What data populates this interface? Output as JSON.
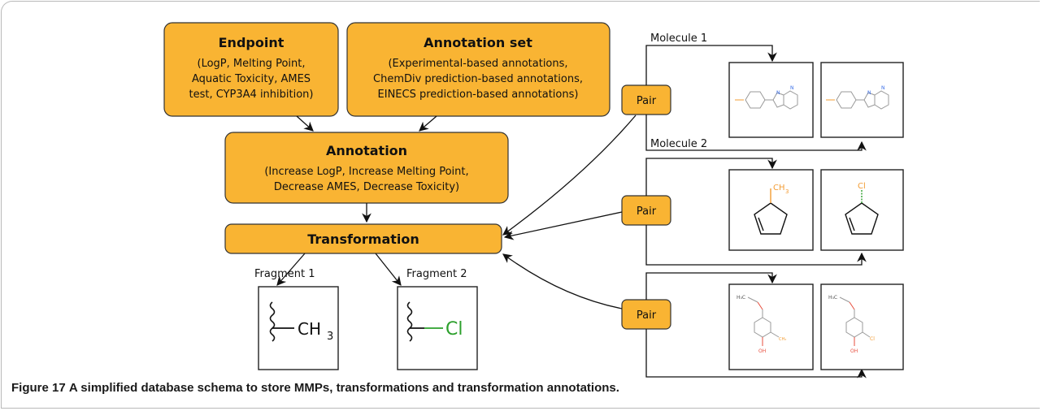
{
  "colors": {
    "box_fill": "#f9b433",
    "box_stroke": "#333333",
    "fragment_line": "#111111",
    "chlorine": "#2ca02c",
    "methyl_orange": "#f39c33",
    "oxygen_red": "#e74c3c"
  },
  "nodes": {
    "endpoint": {
      "title": "Endpoint",
      "lines": [
        "(LogP, Melting Point,",
        "Aquatic Toxicity, AMES",
        "test, CYP3A4 inhibition)"
      ]
    },
    "annotation_set": {
      "title": "Annotation set",
      "lines": [
        "(Experimental-based annotations,",
        "ChemDiv prediction-based annotations,",
        "EINECS prediction-based annotations)"
      ]
    },
    "annotation": {
      "title": "Annotation",
      "lines": [
        "(Increase LogP, Increase Melting Point,",
        "Decrease AMES, Decrease Toxicity)"
      ]
    },
    "transformation": {
      "title": "Transformation"
    },
    "pair_1": {
      "label": "Pair"
    },
    "pair_2": {
      "label": "Pair"
    },
    "pair_3": {
      "label": "Pair"
    }
  },
  "labels": {
    "fragment_1": "Fragment 1",
    "fragment_2": "Fragment 2",
    "molecule_1": "Molecule 1",
    "molecule_2": "Molecule 2"
  },
  "fragments": {
    "fragment_1_text": "CH",
    "fragment_1_sub": "3",
    "fragment_2_text": "Cl"
  },
  "molecule_labels": {
    "ch3": "CH",
    "ch3_sub": "3",
    "cl": "Cl",
    "h3c": "H₃C",
    "oh": "OH",
    "ch3_small": "CH₃",
    "cl_small": "Cl"
  },
  "caption": {
    "label": "Figure 17",
    "text": "A simplified database schema to store MMPs, transformations and transformation annotations."
  }
}
